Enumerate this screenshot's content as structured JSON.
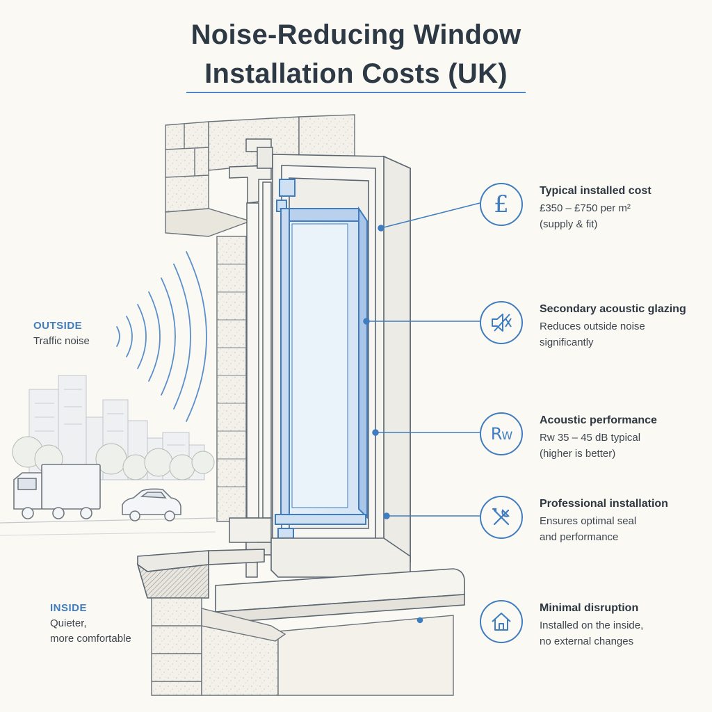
{
  "title": {
    "line1": "Noise-Reducing Window",
    "line2": "Installation Costs (UK)"
  },
  "outside": {
    "heading": "OUTSIDE",
    "text": "Traffic noise"
  },
  "inside": {
    "heading": "INSIDE",
    "line1": "Quieter,",
    "line2": "more comfortable"
  },
  "features": [
    {
      "icon": "pound-sign-icon",
      "icon_text": "£",
      "heading": "Typical installed cost",
      "line1": "£350 – £750 per m²",
      "line2": "(supply & fit)"
    },
    {
      "icon": "muted-speaker-icon",
      "heading": "Secondary acoustic glazing",
      "line1": "Reduces outside noise",
      "line2": "significantly"
    },
    {
      "icon": "rw-rating-icon",
      "icon_text": "R",
      "icon_subtext": "W",
      "heading": "Acoustic performance",
      "line1": "Rw 35 – 45 dB typical",
      "line2": "(higher is better)"
    },
    {
      "icon": "tools-icon",
      "heading": "Professional installation",
      "line1": "Ensures optimal seal",
      "line2": "and performance"
    },
    {
      "icon": "house-icon",
      "heading": "Minimal disruption",
      "line1": "Installed on the inside,",
      "line2": "no external changes"
    }
  ],
  "colors": {
    "accent": "#3f7cc0",
    "glass": "#cfe0f3",
    "line": "#5a6570",
    "background": "#fbf9f3"
  }
}
